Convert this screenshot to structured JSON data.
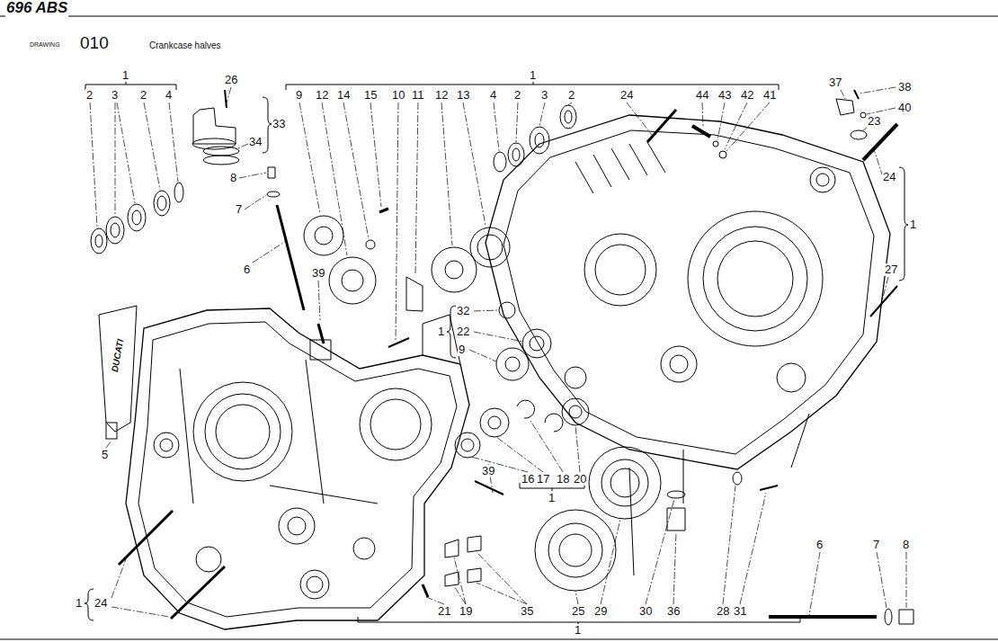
{
  "diagram": {
    "title": "Crankcase halves",
    "labels": [
      "696 ABS",
      "DRAWING",
      "010",
      "1",
      "2",
      "3",
      "2",
      "4",
      "26",
      "33",
      "34",
      "8",
      "7",
      "6",
      "5",
      "39",
      "1",
      "9",
      "12",
      "14",
      "15",
      "10",
      "11",
      "12",
      "13",
      "4",
      "2",
      "3",
      "2",
      "24",
      "44",
      "43",
      "42",
      "41",
      "37",
      "38",
      "40",
      "23",
      "24",
      "1",
      "27",
      "1",
      "32",
      "22",
      "9",
      "16",
      "17",
      "18",
      "20",
      "1",
      "39",
      "1",
      "24",
      "21",
      "19",
      "35",
      "25",
      "29",
      "30",
      "36",
      "28",
      "31",
      "6",
      "7",
      "8",
      "1",
      "DUCATI"
    ]
  }
}
